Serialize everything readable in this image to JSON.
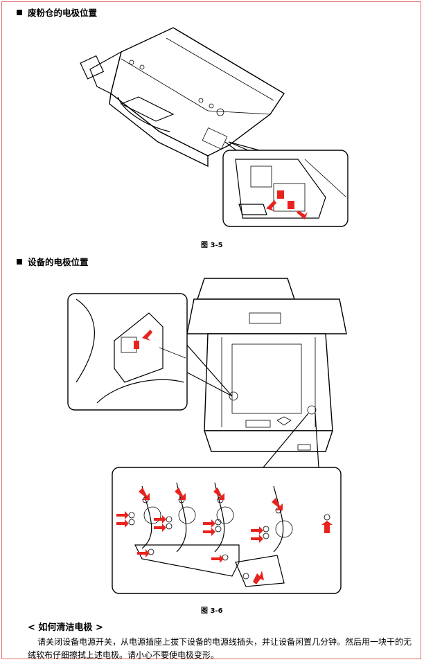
{
  "section1": {
    "title": "废粉仓的电极位置",
    "caption": "图 3-5"
  },
  "section2": {
    "title": "设备的电极位置",
    "caption": "图 3-6"
  },
  "cleaning": {
    "title": "< 如何清洁电极 >",
    "text": "请关闭设备电源开关，从电源插座上拔下设备的电源线插头，并让设备闲置几分钟。然后用一块干的无绒软布仔细擦拭上述电极。请小心不要使电极变形。"
  },
  "colors": {
    "arrow": "#e8231e",
    "frame": "#e06a6a"
  },
  "icons": [
    "square-bullet-icon",
    "red-arrow-icon"
  ]
}
